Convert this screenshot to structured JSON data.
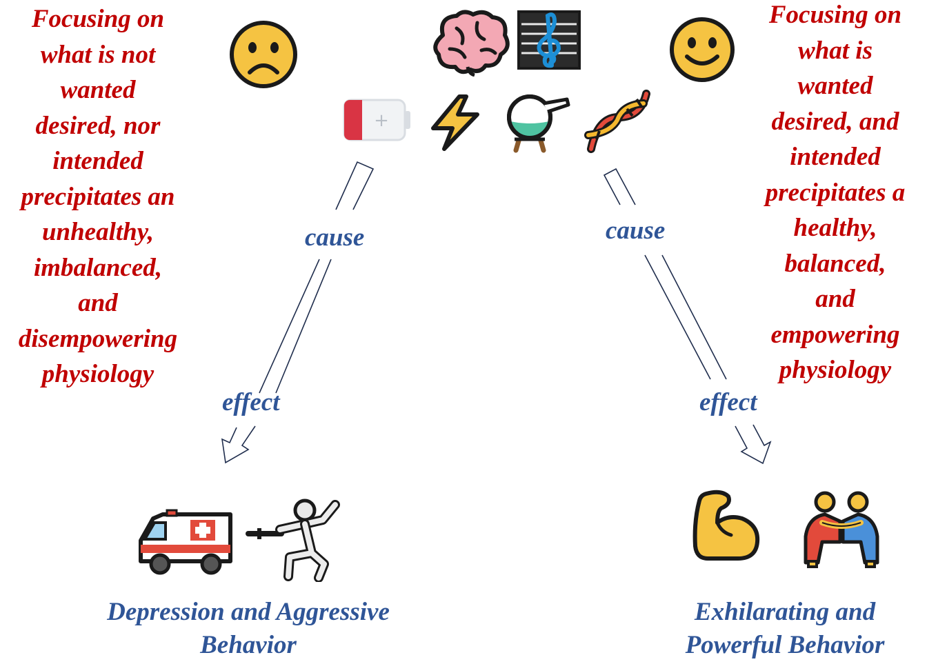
{
  "left_text": "Focusing on\nwhat is not\nwanted\ndesired, nor\nintended\nprecipitates an\nunhealthy,\nimbalanced,\nand\ndisempowering\nphysiology",
  "right_text": "Focusing on\nwhat is\nwanted\ndesired, and\nintended\nprecipitates a\nhealthy,\nbalanced,\nand\nempowering\nphysiology",
  "cause_left": "cause",
  "cause_right": "cause",
  "effect_left": "effect",
  "effect_right": "effect",
  "outcome_left": "Depression and Aggressive\nBehavior",
  "outcome_right": "Exhilarating and\nPowerful Behavior",
  "colors": {
    "red": "#c00000",
    "blue": "#2f5597",
    "arrow_stroke": "#1f2d4d"
  },
  "icons": [
    "sad-face-icon",
    "brain-icon",
    "music-score-icon",
    "happy-face-icon",
    "low-battery-icon",
    "lightning-icon",
    "alembic-icon",
    "dna-icon",
    "ambulance-icon",
    "fencer-icon",
    "flexed-biceps-icon",
    "wrestlers-icon"
  ]
}
